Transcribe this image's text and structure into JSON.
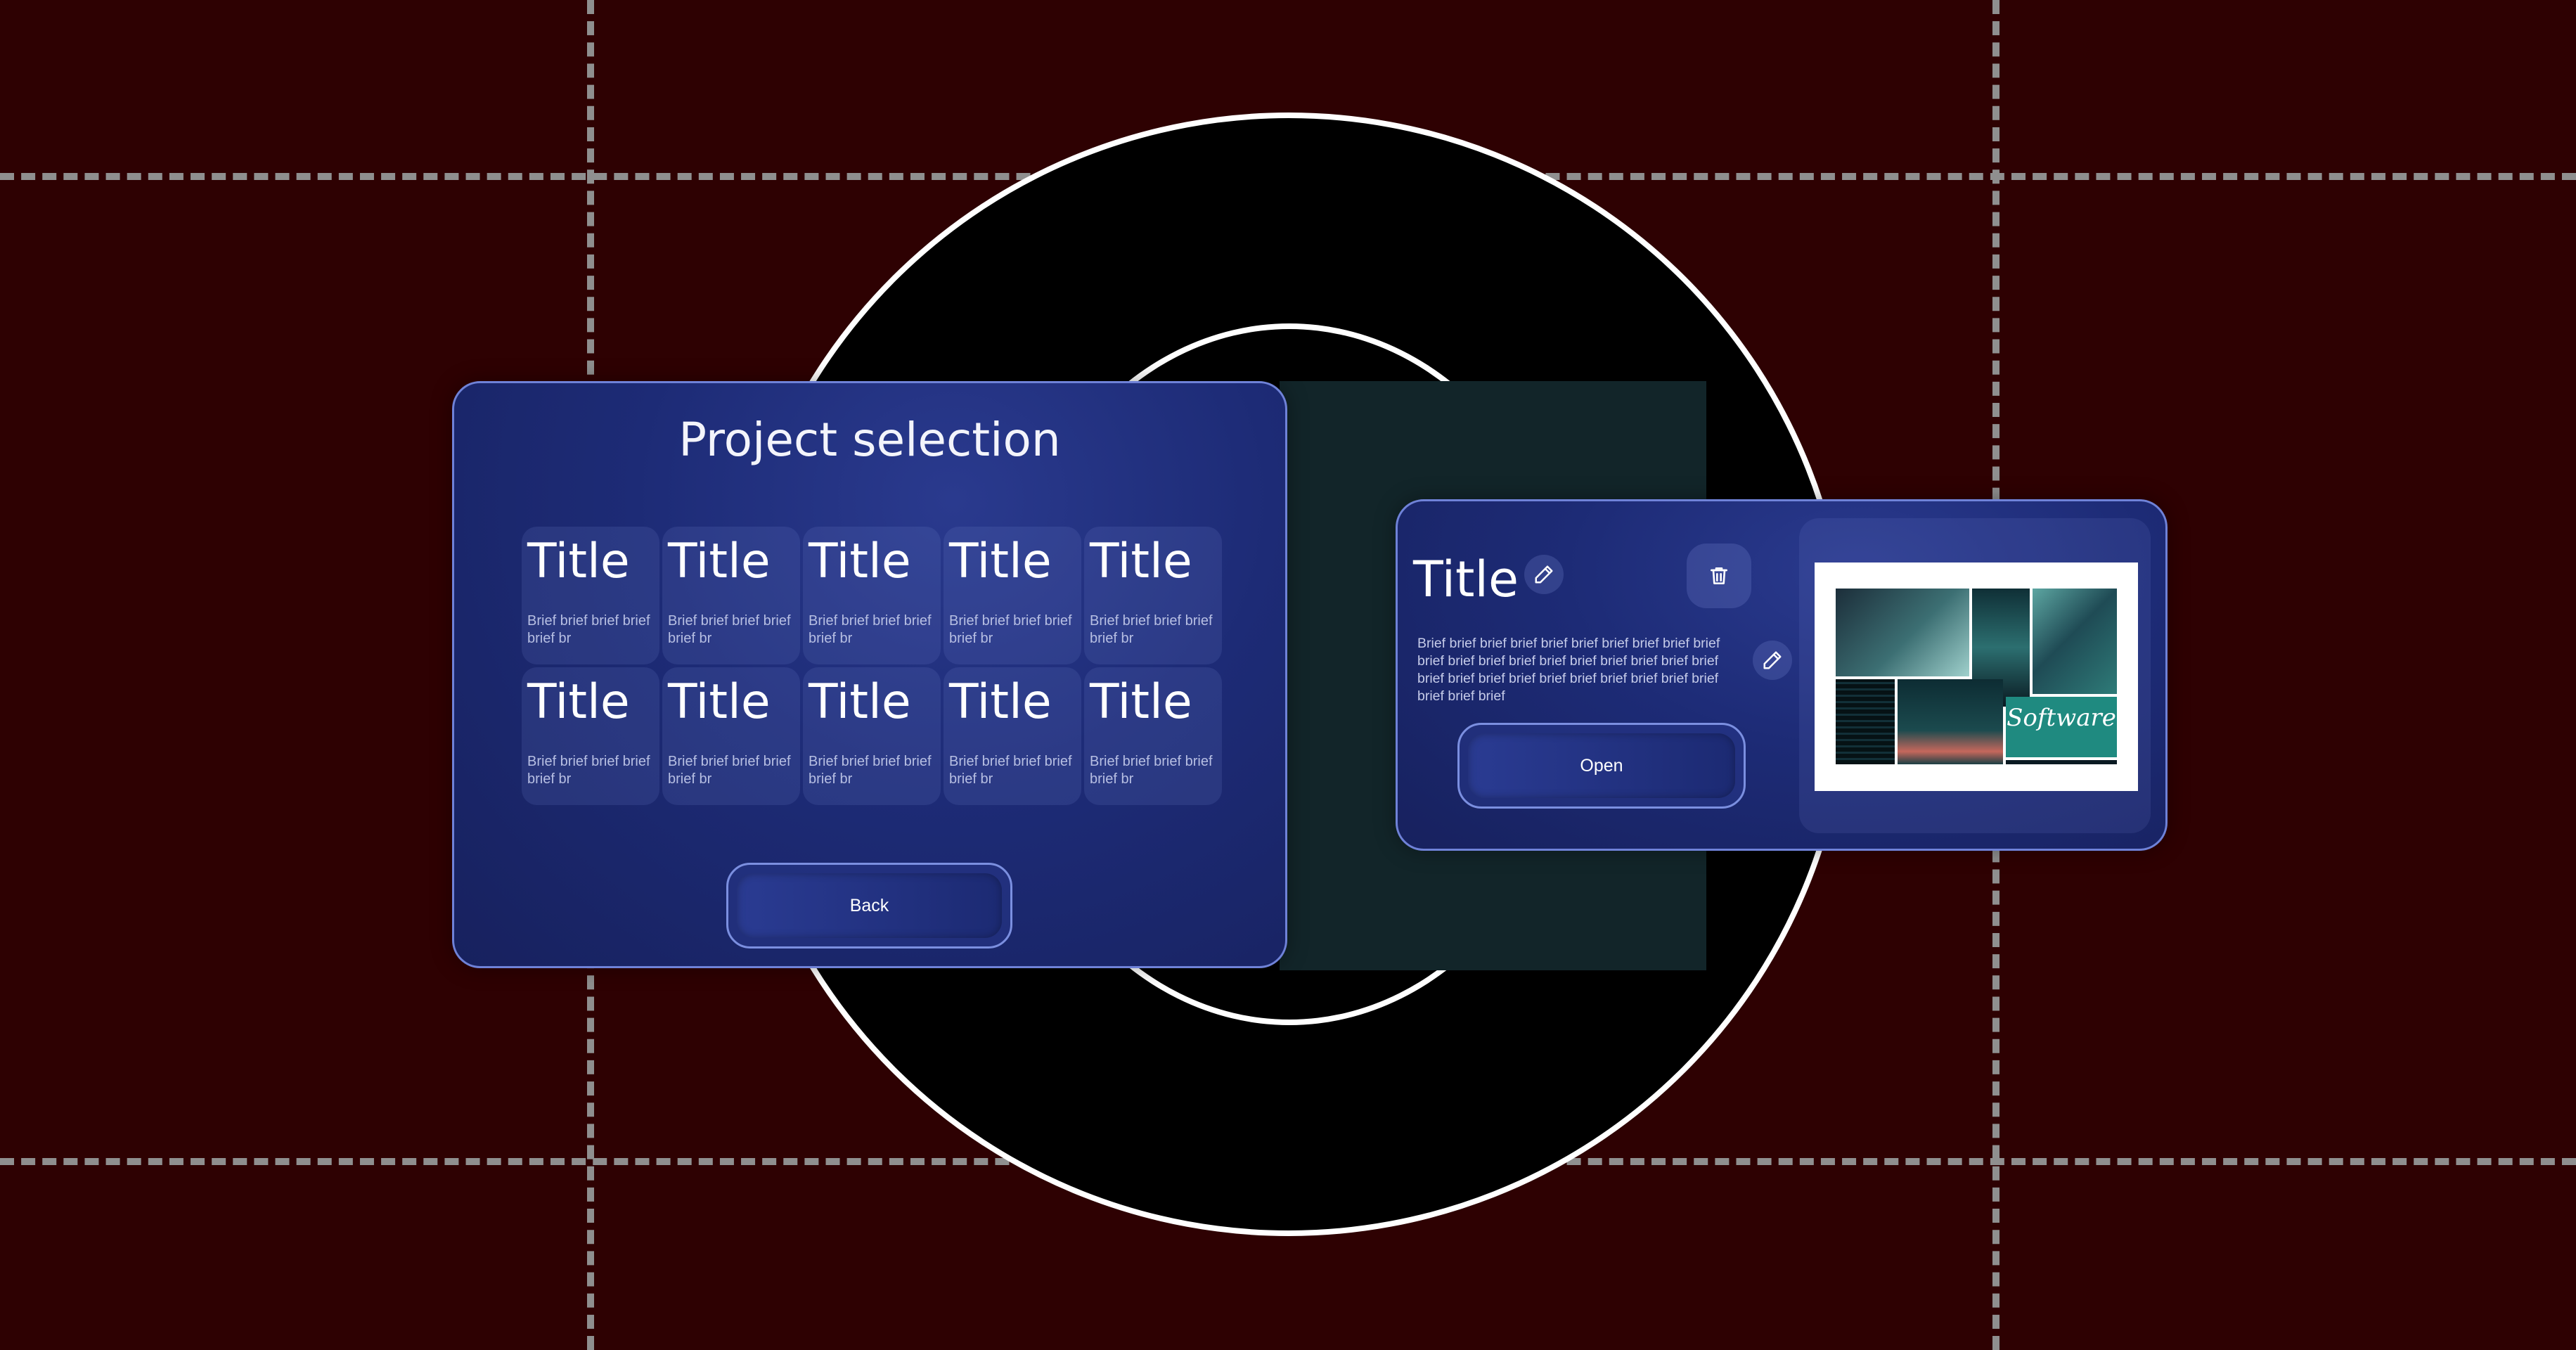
{
  "selection": {
    "title": "Project selection",
    "cards": [
      {
        "title": "Title",
        "brief": "Brief brief brief brief brief br"
      },
      {
        "title": "Title",
        "brief": "Brief brief brief brief brief br"
      },
      {
        "title": "Title",
        "brief": "Brief brief brief brief brief br"
      },
      {
        "title": "Title",
        "brief": "Brief brief brief brief brief br"
      },
      {
        "title": "Title",
        "brief": "Brief brief brief brief brief br"
      },
      {
        "title": "Title",
        "brief": "Brief brief brief brief brief br"
      },
      {
        "title": "Title",
        "brief": "Brief brief brief brief brief br"
      },
      {
        "title": "Title",
        "brief": "Brief brief brief brief brief br"
      },
      {
        "title": "Title",
        "brief": "Brief brief brief brief brief br"
      },
      {
        "title": "Title",
        "brief": "Brief brief brief brief brief br"
      }
    ],
    "back_label": "Back"
  },
  "detail": {
    "title": "Title",
    "description": "Brief brief brief brief brief brief brief brief brief brief brief brief brief brief brief brief brief brief brief brief brief brief brief brief brief brief brief brief brief brief brief brief brief",
    "open_label": "Open",
    "thumbnail_text": "Software",
    "icons": {
      "title_edit": "pencil-icon",
      "delete": "trash-icon",
      "description_edit": "pencil-icon"
    }
  },
  "colors": {
    "background": "#2e0102",
    "panel": "#1d2b76",
    "panel_border": "#6f82d8",
    "teal_panel": "#122529",
    "grid_dash": "#8f8f8f"
  }
}
